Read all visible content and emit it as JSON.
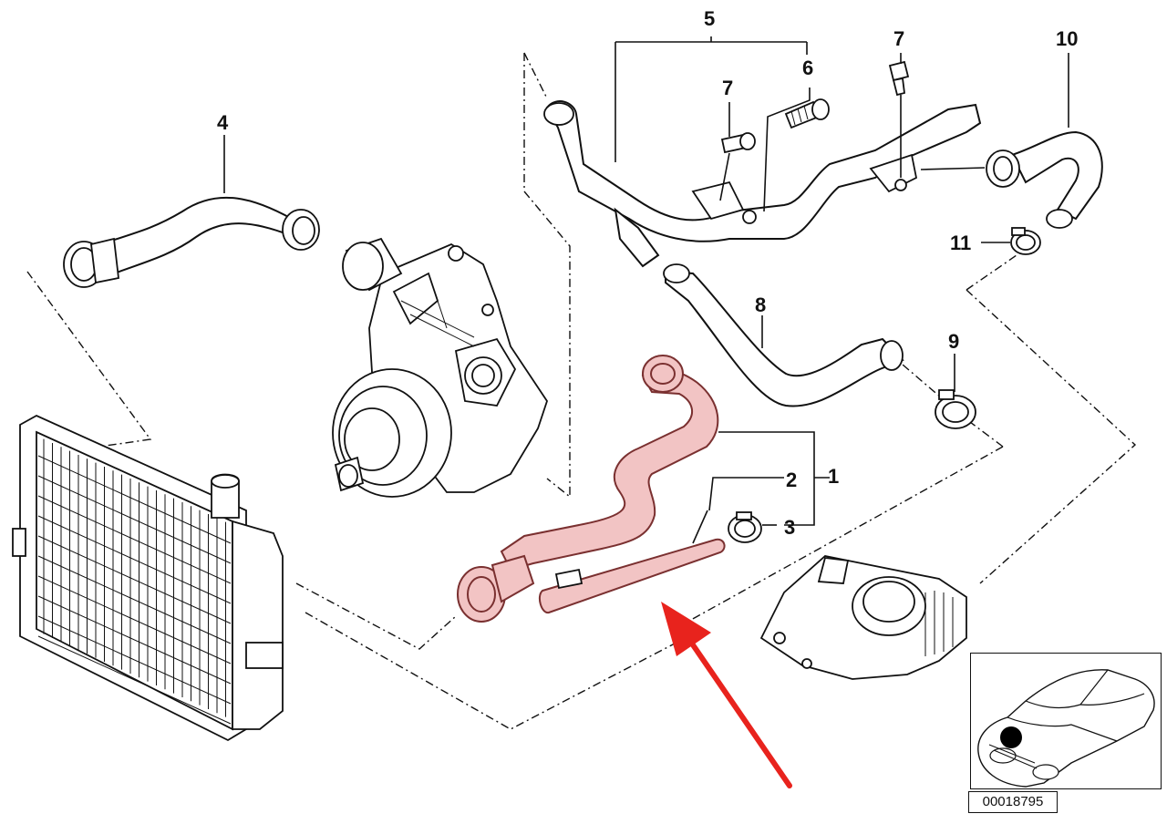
{
  "labels": {
    "l1": "1",
    "l2": "2",
    "l3": "3",
    "l4": "4",
    "l5": "5",
    "l6": "6",
    "l7a": "7",
    "l7b": "7",
    "l8": "8",
    "l9": "9",
    "l10": "10",
    "l11": "11"
  },
  "reference_number": "00018795",
  "colors": {
    "line": "#111111",
    "highlight": "#f2c4c4",
    "highlight_stroke": "#7a3030",
    "arrow": "#e8231d",
    "marker": "#000000"
  }
}
